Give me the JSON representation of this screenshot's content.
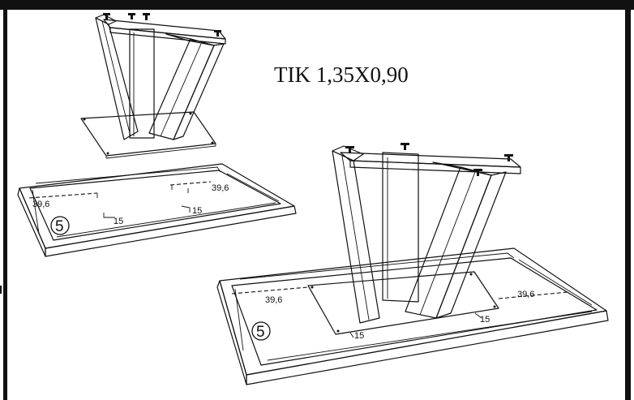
{
  "title": "TIK 1,35X0,90",
  "step_number": "5",
  "top_assembly": {
    "dim_left": "39,6",
    "dim_right": "39,6",
    "offset_left": "15",
    "offset_right": "15"
  },
  "bottom_assembly": {
    "dim_left": "39,6",
    "dim_right": "39,6",
    "offset_left": "15",
    "offset_right": "15"
  },
  "colors": {
    "frame": "#111111",
    "background": "#ffffff",
    "panel_fill": "#e9e9e9",
    "panel_light": "#f3f3f3",
    "shadow": "#d2d2d2"
  }
}
